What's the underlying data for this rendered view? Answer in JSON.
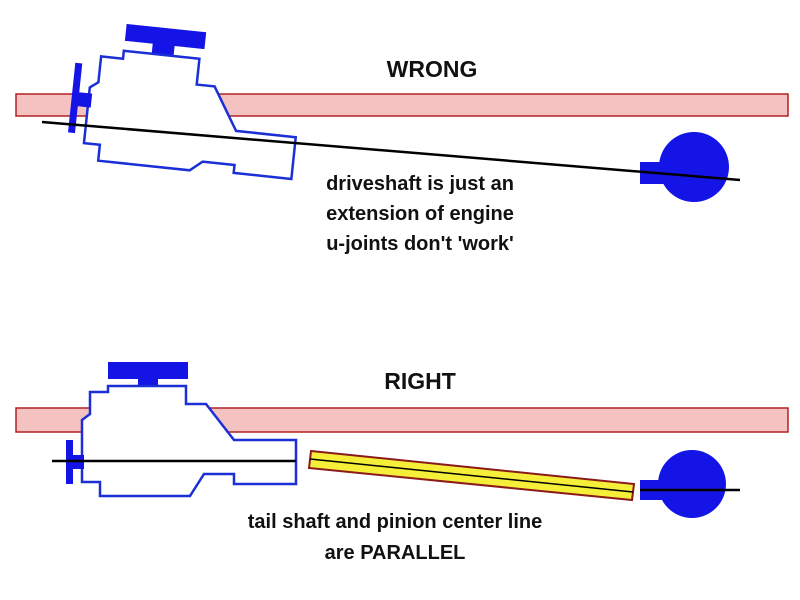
{
  "colors": {
    "frame_rail": "#f5c2c2",
    "frame_rail_stroke": "#b22222",
    "engine_outline": "#1a2fd6",
    "engine_fill": "#ffffff",
    "blue_solid": "#1414e6",
    "centerline": "#000000",
    "driveshaft_fill": "#f5ef3a",
    "driveshaft_stroke": "#8b1a1a",
    "text": "#111111"
  },
  "panels": {
    "wrong": {
      "heading": "WRONG",
      "caption_lines": [
        "driveshaft is just an",
        "extension of engine",
        "u-joints don't 'work'"
      ]
    },
    "right": {
      "heading": "RIGHT",
      "caption_lines": [
        "tail shaft and pinion center line",
        "are PARALLEL"
      ]
    }
  }
}
